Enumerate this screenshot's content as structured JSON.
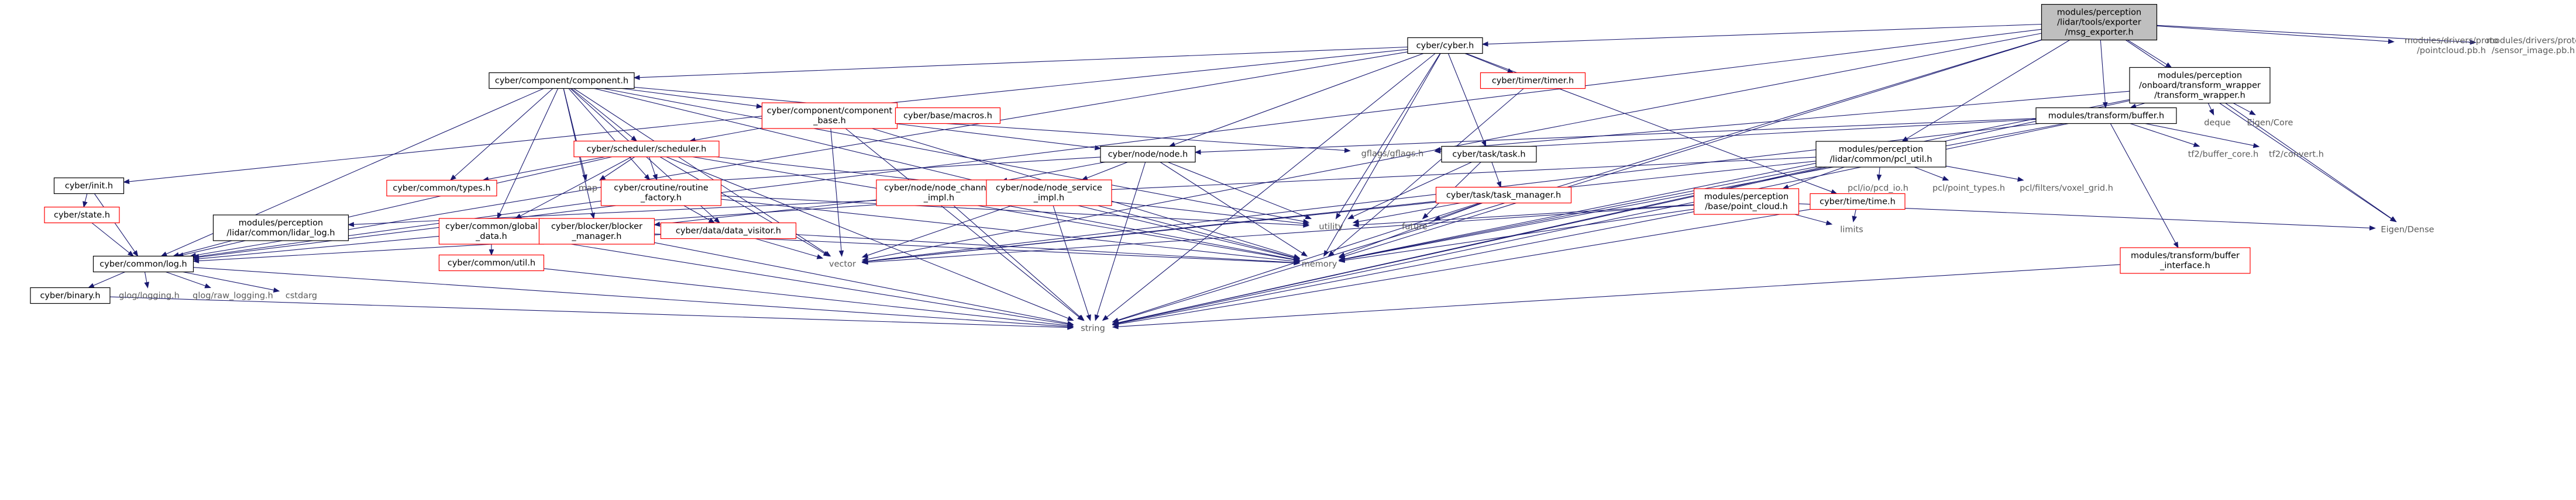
{
  "graph": {
    "nodes": [
      {
        "id": "root",
        "lines": [
          "modules/perception",
          "/lidar/tools/exporter",
          "/msg_exporter.h"
        ],
        "style": "root"
      },
      {
        "id": "cyber_h",
        "lines": [
          "cyber/cyber.h"
        ],
        "style": "black"
      },
      {
        "id": "drivers_pc",
        "lines": [
          "modules/drivers/proto",
          "/pointcloud.pb.h"
        ],
        "style": "ext"
      },
      {
        "id": "drivers_img",
        "lines": [
          "modules/drivers/proto",
          "/sensor_image.pb.h"
        ],
        "style": "ext"
      },
      {
        "id": "transform_wrapper",
        "lines": [
          "modules/perception",
          "/onboard/transform_wrapper",
          "/transform_wrapper.h"
        ],
        "style": "black"
      },
      {
        "id": "component_h",
        "lines": [
          "cyber/component/component.h"
        ],
        "style": "black"
      },
      {
        "id": "timer_h",
        "lines": [
          "cyber/timer/timer.h"
        ],
        "style": "red"
      },
      {
        "id": "component_base",
        "lines": [
          "cyber/component/component",
          "_base.h"
        ],
        "style": "red"
      },
      {
        "id": "base_macros",
        "lines": [
          "cyber/base/macros.h"
        ],
        "style": "red"
      },
      {
        "id": "transform_buffer",
        "lines": [
          "modules/transform/buffer.h"
        ],
        "style": "black"
      },
      {
        "id": "deque",
        "lines": [
          "deque"
        ],
        "style": "ext"
      },
      {
        "id": "eigen_core",
        "lines": [
          "Eigen/Core"
        ],
        "style": "ext"
      },
      {
        "id": "scheduler_h",
        "lines": [
          "cyber/scheduler/scheduler.h"
        ],
        "style": "red"
      },
      {
        "id": "gflags_h",
        "lines": [
          "gflags/gflags.h"
        ],
        "style": "ext"
      },
      {
        "id": "node_h",
        "lines": [
          "cyber/node/node.h"
        ],
        "style": "black"
      },
      {
        "id": "task_h",
        "lines": [
          "cyber/task/task.h"
        ],
        "style": "black"
      },
      {
        "id": "pcl_util",
        "lines": [
          "modules/perception",
          "/lidar/common/pcl_util.h"
        ],
        "style": "black"
      },
      {
        "id": "tf2_core",
        "lines": [
          "tf2/buffer_core.h"
        ],
        "style": "ext"
      },
      {
        "id": "tf2_convert",
        "lines": [
          "tf2/convert.h"
        ],
        "style": "ext"
      },
      {
        "id": "init_h",
        "lines": [
          "cyber/init.h"
        ],
        "style": "black"
      },
      {
        "id": "types_h",
        "lines": [
          "cyber/common/types.h"
        ],
        "style": "red"
      },
      {
        "id": "map",
        "lines": [
          "map"
        ],
        "style": "ext"
      },
      {
        "id": "routine_factory",
        "lines": [
          "cyber/croutine/routine",
          "_factory.h"
        ],
        "style": "red"
      },
      {
        "id": "node_channel",
        "lines": [
          "cyber/node/node_channel",
          "_impl.h"
        ],
        "style": "red"
      },
      {
        "id": "node_service",
        "lines": [
          "cyber/node/node_service",
          "_impl.h"
        ],
        "style": "red"
      },
      {
        "id": "task_manager",
        "lines": [
          "cyber/task/task_manager.h"
        ],
        "style": "red"
      },
      {
        "id": "point_cloud",
        "lines": [
          "modules/perception",
          "/base/point_cloud.h"
        ],
        "style": "red"
      },
      {
        "id": "pcl_io",
        "lines": [
          "pcl/io/pcd_io.h"
        ],
        "style": "ext"
      },
      {
        "id": "pcl_types",
        "lines": [
          "pcl/point_types.h"
        ],
        "style": "ext"
      },
      {
        "id": "pcl_voxel",
        "lines": [
          "pcl/filters/voxel_grid.h"
        ],
        "style": "ext"
      },
      {
        "id": "time_h",
        "lines": [
          "cyber/time/time.h"
        ],
        "style": "red"
      },
      {
        "id": "state_h",
        "lines": [
          "cyber/state.h"
        ],
        "style": "red"
      },
      {
        "id": "lidar_log",
        "lines": [
          "modules/perception",
          "/lidar/common/lidar_log.h"
        ],
        "style": "black"
      },
      {
        "id": "global_data",
        "lines": [
          "cyber/common/global",
          "_data.h"
        ],
        "style": "red"
      },
      {
        "id": "blocker_manager",
        "lines": [
          "cyber/blocker/blocker",
          "_manager.h"
        ],
        "style": "red"
      },
      {
        "id": "data_visitor",
        "lines": [
          "cyber/data/data_visitor.h"
        ],
        "style": "red"
      },
      {
        "id": "utility",
        "lines": [
          "utility"
        ],
        "style": "ext"
      },
      {
        "id": "future",
        "lines": [
          "future"
        ],
        "style": "ext"
      },
      {
        "id": "limits",
        "lines": [
          "limits"
        ],
        "style": "ext"
      },
      {
        "id": "eigen_dense",
        "lines": [
          "Eigen/Dense"
        ],
        "style": "ext"
      },
      {
        "id": "tf_buffer_iface",
        "lines": [
          "modules/transform/buffer",
          "_interface.h"
        ],
        "style": "red"
      },
      {
        "id": "log_h",
        "lines": [
          "cyber/common/log.h"
        ],
        "style": "black"
      },
      {
        "id": "util_h",
        "lines": [
          "cyber/common/util.h"
        ],
        "style": "red"
      },
      {
        "id": "vector",
        "lines": [
          "vector"
        ],
        "style": "ext"
      },
      {
        "id": "memory",
        "lines": [
          "memory"
        ],
        "style": "ext"
      },
      {
        "id": "binary_h",
        "lines": [
          "cyber/binary.h"
        ],
        "style": "black"
      },
      {
        "id": "glog",
        "lines": [
          "glog/logging.h"
        ],
        "style": "ext"
      },
      {
        "id": "glog_raw",
        "lines": [
          "glog/raw_logging.h"
        ],
        "style": "ext"
      },
      {
        "id": "cstdarg",
        "lines": [
          "cstdarg"
        ],
        "style": "ext"
      },
      {
        "id": "string",
        "lines": [
          "string"
        ],
        "style": "ext"
      }
    ],
    "edges": [
      [
        "root",
        "cyber_h"
      ],
      [
        "root",
        "drivers_pc"
      ],
      [
        "root",
        "drivers_img"
      ],
      [
        "root",
        "transform_wrapper"
      ],
      [
        "root",
        "transform_buffer"
      ],
      [
        "root",
        "pcl_util"
      ],
      [
        "root",
        "log_h"
      ],
      [
        "root",
        "memory"
      ],
      [
        "root",
        "vector"
      ],
      [
        "root",
        "string"
      ],
      [
        "root",
        "eigen_dense"
      ],
      [
        "cyber_h",
        "component_h"
      ],
      [
        "cyber_h",
        "timer_h"
      ],
      [
        "cyber_h",
        "init_h"
      ],
      [
        "cyber_h",
        "node_h"
      ],
      [
        "cyber_h",
        "task_h"
      ],
      [
        "cyber_h",
        "time_h"
      ],
      [
        "cyber_h",
        "log_h"
      ],
      [
        "cyber_h",
        "memory"
      ],
      [
        "cyber_h",
        "string"
      ],
      [
        "cyber_h",
        "utility"
      ],
      [
        "transform_wrapper",
        "transform_buffer"
      ],
      [
        "transform_wrapper",
        "deque"
      ],
      [
        "transform_wrapper",
        "eigen_core"
      ],
      [
        "transform_wrapper",
        "eigen_dense"
      ],
      [
        "transform_wrapper",
        "gflags_h"
      ],
      [
        "transform_wrapper",
        "memory"
      ],
      [
        "transform_wrapper",
        "string"
      ],
      [
        "component_h",
        "component_base"
      ],
      [
        "component_h",
        "base_macros"
      ],
      [
        "component_h",
        "scheduler_h"
      ],
      [
        "component_h",
        "types_h"
      ],
      [
        "component_h",
        "map"
      ],
      [
        "component_h",
        "routine_factory"
      ],
      [
        "component_h",
        "global_data"
      ],
      [
        "component_h",
        "blocker_manager"
      ],
      [
        "component_h",
        "data_visitor"
      ],
      [
        "component_h",
        "log_h"
      ],
      [
        "component_h",
        "utility"
      ],
      [
        "component_h",
        "memory"
      ],
      [
        "component_h",
        "vector"
      ],
      [
        "timer_h",
        "memory"
      ],
      [
        "component_base",
        "scheduler_h"
      ],
      [
        "component_base",
        "node_h"
      ],
      [
        "component_base",
        "gflags_h"
      ],
      [
        "component_base",
        "memory"
      ],
      [
        "component_base",
        "vector"
      ],
      [
        "component_base",
        "string"
      ],
      [
        "transform_buffer",
        "node_h"
      ],
      [
        "transform_buffer",
        "tf2_core"
      ],
      [
        "transform_buffer",
        "tf2_convert"
      ],
      [
        "transform_buffer",
        "tf_buffer_iface"
      ],
      [
        "transform_buffer",
        "gflags_h"
      ],
      [
        "transform_buffer",
        "memory"
      ],
      [
        "transform_buffer",
        "string"
      ],
      [
        "transform_buffer",
        "vector"
      ],
      [
        "scheduler_h",
        "types_h"
      ],
      [
        "scheduler_h",
        "map"
      ],
      [
        "scheduler_h",
        "routine_factory"
      ],
      [
        "scheduler_h",
        "global_data"
      ],
      [
        "scheduler_h",
        "log_h"
      ],
      [
        "scheduler_h",
        "memory"
      ],
      [
        "scheduler_h",
        "string"
      ],
      [
        "scheduler_h",
        "vector"
      ],
      [
        "scheduler_h",
        "utility"
      ],
      [
        "node_h",
        "node_channel"
      ],
      [
        "node_h",
        "node_service"
      ],
      [
        "node_h",
        "map"
      ],
      [
        "node_h",
        "memory"
      ],
      [
        "node_h",
        "string"
      ],
      [
        "node_h",
        "utility"
      ],
      [
        "task_h",
        "task_manager"
      ],
      [
        "task_h",
        "future"
      ],
      [
        "task_h",
        "utility"
      ],
      [
        "pcl_util",
        "point_cloud"
      ],
      [
        "pcl_util",
        "pcl_io"
      ],
      [
        "pcl_util",
        "pcl_types"
      ],
      [
        "pcl_util",
        "pcl_voxel"
      ],
      [
        "pcl_util",
        "lidar_log"
      ],
      [
        "pcl_util",
        "string"
      ],
      [
        "pcl_util",
        "memory"
      ],
      [
        "pcl_util",
        "vector"
      ],
      [
        "routine_factory",
        "data_visitor"
      ],
      [
        "routine_factory",
        "log_h"
      ],
      [
        "routine_factory",
        "memory"
      ],
      [
        "routine_factory",
        "utility"
      ],
      [
        "node_channel",
        "blocker_manager"
      ],
      [
        "node_channel",
        "string"
      ],
      [
        "node_channel",
        "memory"
      ],
      [
        "node_service",
        "global_data"
      ],
      [
        "node_service",
        "string"
      ],
      [
        "node_service",
        "memory"
      ],
      [
        "node_service",
        "vector"
      ],
      [
        "task_manager",
        "future"
      ],
      [
        "task_manager",
        "utility"
      ],
      [
        "task_manager",
        "memory"
      ],
      [
        "task_manager",
        "string"
      ],
      [
        "task_manager",
        "vector"
      ],
      [
        "point_cloud",
        "eigen_dense"
      ],
      [
        "point_cloud",
        "limits"
      ],
      [
        "point_cloud",
        "memory"
      ],
      [
        "point_cloud",
        "string"
      ],
      [
        "point_cloud",
        "vector"
      ],
      [
        "point_cloud",
        "utility"
      ],
      [
        "time_h",
        "limits"
      ],
      [
        "time_h",
        "string"
      ],
      [
        "init_h",
        "state_h"
      ],
      [
        "init_h",
        "log_h"
      ],
      [
        "state_h",
        "log_h"
      ],
      [
        "lidar_log",
        "log_h"
      ],
      [
        "global_data",
        "util_h"
      ],
      [
        "global_data",
        "log_h"
      ],
      [
        "global_data",
        "string"
      ],
      [
        "blocker_manager",
        "memory"
      ],
      [
        "blocker_manager",
        "string"
      ],
      [
        "data_visitor",
        "vector"
      ],
      [
        "data_visitor",
        "memory"
      ],
      [
        "data_visitor",
        "log_h"
      ],
      [
        "tf_buffer_iface",
        "string"
      ],
      [
        "log_h",
        "binary_h"
      ],
      [
        "log_h",
        "glog"
      ],
      [
        "log_h",
        "glog_raw"
      ],
      [
        "log_h",
        "cstdarg"
      ],
      [
        "log_h",
        "string"
      ],
      [
        "util_h",
        "string"
      ],
      [
        "binary_h",
        "string"
      ]
    ]
  }
}
